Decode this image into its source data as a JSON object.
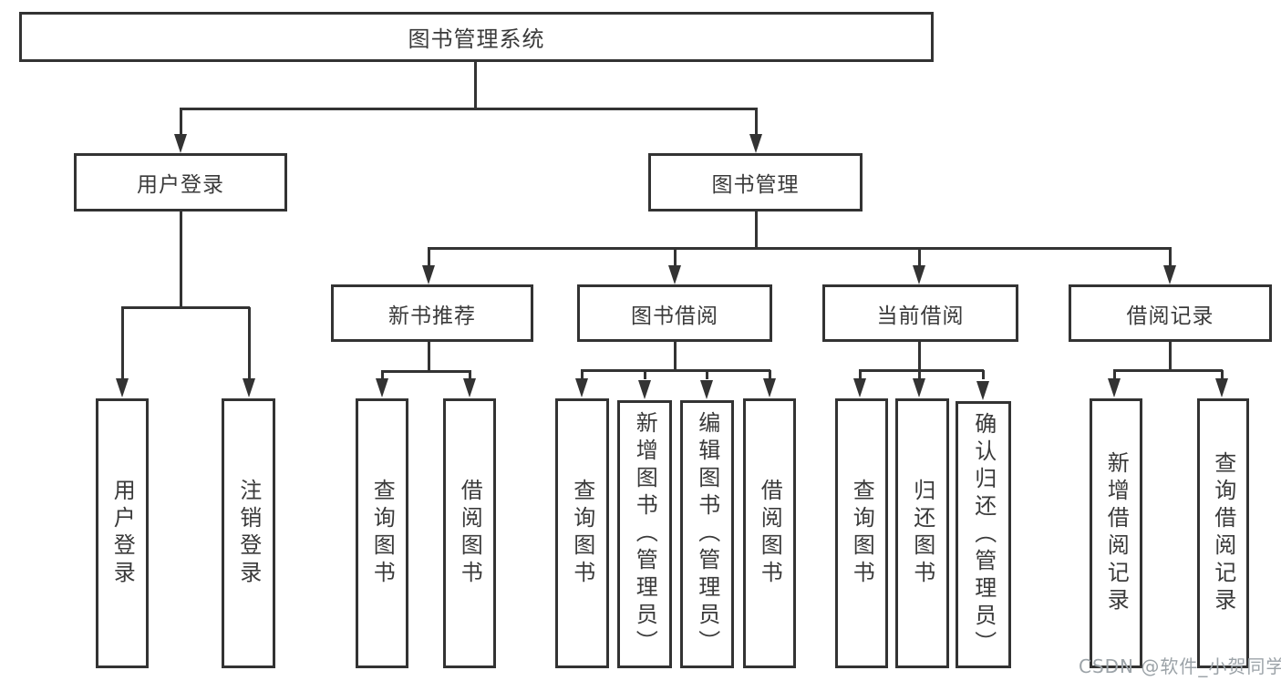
{
  "colors": {
    "line": "#333333",
    "text": "#3a3a3a",
    "background": "#ffffff",
    "watermark": "#9ca3a8"
  },
  "watermark": {
    "text": "CSDN @软件_小贺同学"
  },
  "tree": {
    "label": "图书管理系统",
    "children": [
      {
        "label": "用户登录",
        "children": [
          {
            "label": "用户登录"
          },
          {
            "label": "注销登录"
          }
        ]
      },
      {
        "label": "图书管理",
        "children": [
          {
            "label": "新书推荐",
            "children": [
              {
                "label": "查询图书"
              },
              {
                "label": "借阅图书"
              }
            ]
          },
          {
            "label": "图书借阅",
            "children": [
              {
                "label": "查询图书"
              },
              {
                "label": "新增图书（管理员）"
              },
              {
                "label": "编辑图书（管理员）"
              },
              {
                "label": "借阅图书"
              }
            ]
          },
          {
            "label": "当前借阅",
            "children": [
              {
                "label": "查询图书"
              },
              {
                "label": "归还图书"
              },
              {
                "label": "确认归还（管理员）"
              }
            ]
          },
          {
            "label": "借阅记录",
            "children": [
              {
                "label": "新增借阅记录"
              },
              {
                "label": "查询借阅记录"
              }
            ]
          }
        ]
      }
    ]
  }
}
